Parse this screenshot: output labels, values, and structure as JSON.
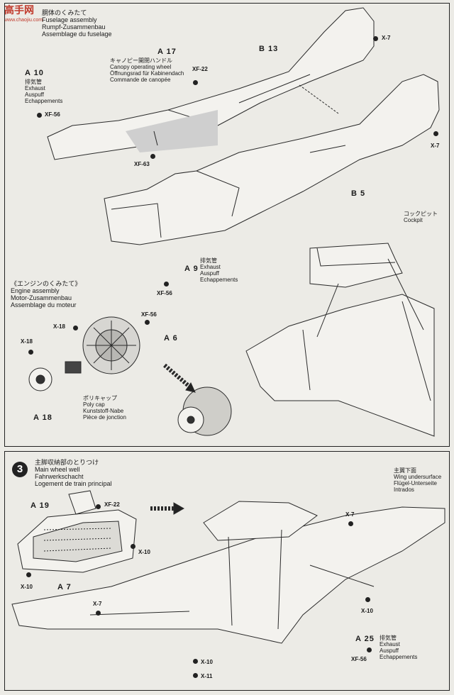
{
  "watermark": {
    "logo": "高手网",
    "url": "www.chaojiu.com"
  },
  "step2": {
    "fuselage_title": {
      "ja": "胴体のくみたて",
      "en": "Fuselage assembly",
      "de": "Rumpf-Zusammenbau",
      "fr": "Assemblage du fuselage"
    },
    "engine_title": {
      "ja": "《エンジンのくみたて》",
      "en": "Engine assembly",
      "de": "Motor-Zusammenbau",
      "fr": "Assemblage du moteur"
    },
    "parts": {
      "a17": {
        "id": "A 17",
        "ja": "キャノピー開閉ハンドル",
        "en": "Canopy operating wheel",
        "de": "Öffnungsrad für Kabinendach",
        "fr": "Commande de canopée"
      },
      "a10": {
        "id": "A 10",
        "ja": "排気管",
        "en": "Exhaust",
        "de": "Auspuff",
        "fr": "Echappements"
      },
      "b13": {
        "id": "B 13"
      },
      "b5": {
        "id": "B 5"
      },
      "a9": {
        "id": "A 9",
        "ja": "排気管",
        "en": "Exhaust",
        "de": "Auspuff",
        "fr": "Echappements"
      },
      "cockpit": {
        "ja": "コックピット",
        "en": "Cockpit"
      },
      "a6": {
        "id": "A 6"
      },
      "a18": {
        "id": "A 18"
      },
      "polycap": {
        "ja": "ポリキャップ",
        "en": "Poly cap",
        "de": "Kunststoff-Nabe",
        "fr": "Pièce de jonction"
      }
    },
    "paints": {
      "xf22": "XF-22",
      "xf56_a10": "XF-56",
      "xf63": "XF-63",
      "x7_top": "X-7",
      "x7_tail": "X-7",
      "xf56_a9": "XF-56",
      "xf56_engine": "XF-56",
      "x18_a": "X-18",
      "x18_b": "X-18"
    }
  },
  "step3": {
    "number": "3",
    "title": {
      "ja": "主脚収納部のとりつけ",
      "en": "Main wheel well",
      "de": "Fahrwerkschacht",
      "fr": "Logement de train principal"
    },
    "wing_label": {
      "ja": "主翼下面",
      "en": "Wing undersurface",
      "de": "Flügel-Unterseite",
      "fr": "Intrados"
    },
    "parts": {
      "a19": {
        "id": "A 19"
      },
      "a7": {
        "id": "A 7"
      },
      "a25": {
        "id": "A 25",
        "ja": "排気管",
        "en": "Exhaust",
        "de": "Auspuff",
        "fr": "Echappements"
      }
    },
    "paints": {
      "xf22": "XF-22",
      "x10_a": "X-10",
      "x10_b": "X-10",
      "x7_wing": "X-7",
      "x10_c": "X-10",
      "x7_left": "X-7",
      "xf56": "XF-56",
      "x10_d": "X-10",
      "x11": "X-11"
    }
  }
}
